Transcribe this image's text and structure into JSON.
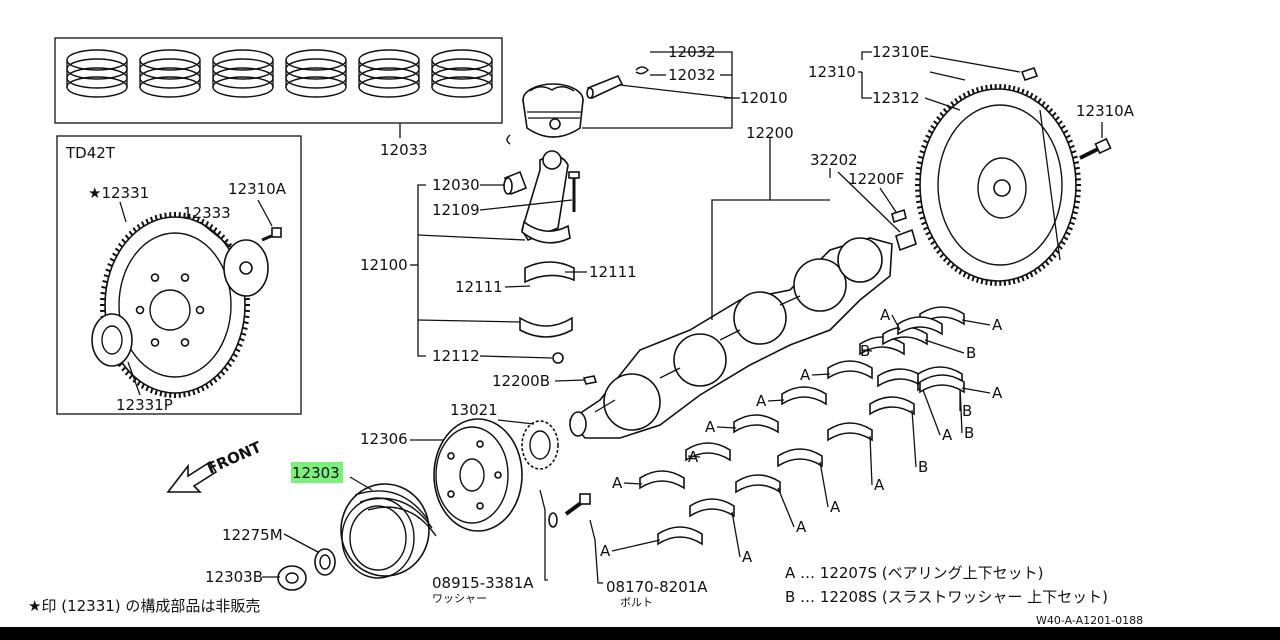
{
  "diagram": {
    "variant_box_title": "TD42T",
    "front_label": "FRONT",
    "highlighted_part": "12303",
    "highlight_color": "#7CF07C",
    "part_labels": {
      "p12032a": "12032",
      "p12032b": "12032",
      "p12010": "12010",
      "p12033": "12033",
      "p12310E": "12310E",
      "p12310": "12310",
      "p12312": "12312",
      "p12310A": "12310A",
      "p12200": "12200",
      "p32202": "32202",
      "p12200F": "12200F",
      "p12030": "12030",
      "p12109": "12109",
      "p12100": "12100",
      "p12111a": "12111",
      "p12111b": "12111",
      "p12112": "12112",
      "p12200B": "12200B",
      "p13021": "13021",
      "p12306": "12306",
      "p12303": "12303",
      "p12275M": "12275M",
      "p12303B": "12303B",
      "p08915": "08915-3381A",
      "p08170": "08170-8201A",
      "box12331": "★12331",
      "box12310A": "12310A",
      "box12333": "12333",
      "box12331P": "12331P"
    },
    "sub_labels": {
      "washer": "ワッシャー",
      "bolt": "ボルト"
    },
    "bearing_letters": {
      "a": "A",
      "b": "B"
    },
    "legend": {
      "line_a": "A … 12207S (ベアリング上下セット)",
      "line_b": "B … 12208S (スラストワッシャー 上下セット)"
    },
    "note": "★印 (12331) の構成部品は非販売",
    "code": "W40-A-A1201-0188"
  }
}
